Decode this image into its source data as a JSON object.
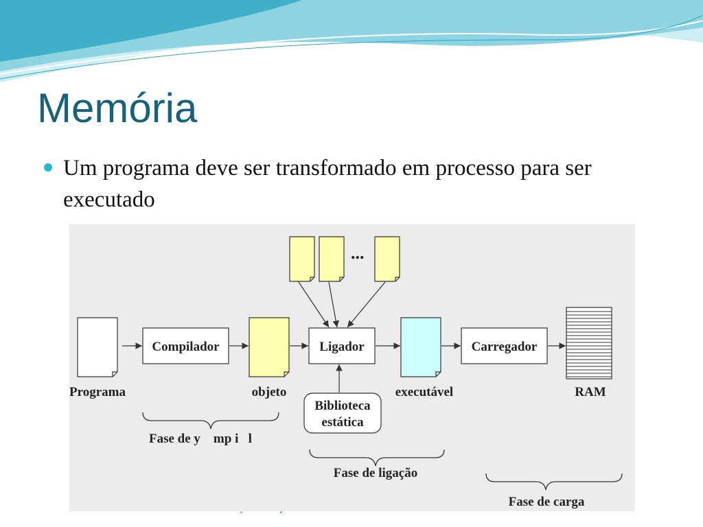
{
  "slide": {
    "title": "Memória",
    "bullet": "Um programa deve ser transformado em processo para ser executado",
    "footer": "Orientação a Objetos – Vilmar Santos"
  },
  "colors": {
    "title": "#17627a",
    "bullet": "#27b8cf",
    "wave_light": "#cdeef4",
    "wave_mid": "#8ed3e2",
    "wave_dark": "#3fb0c8",
    "diagram_bg": "#ececec",
    "doc_object": "#ffffb0",
    "doc_library": "#ffffb0",
    "doc_executable": "#ccffff",
    "doc_program": "#ffffff"
  },
  "diagram": {
    "boxes": {
      "compiler": "Compilador",
      "linker": "Ligador",
      "loader": "Carregador",
      "library_line1": "Biblioteca",
      "library_line2": "estática"
    },
    "docs": {
      "program": "Programa",
      "object": "objeto",
      "executable": "executável",
      "ram": "RAM",
      "ellipsis": "..."
    },
    "phases": {
      "compile": "Fase de y    mp i   l",
      "link": "Fase de ligação",
      "load": "Fase de carga"
    }
  }
}
